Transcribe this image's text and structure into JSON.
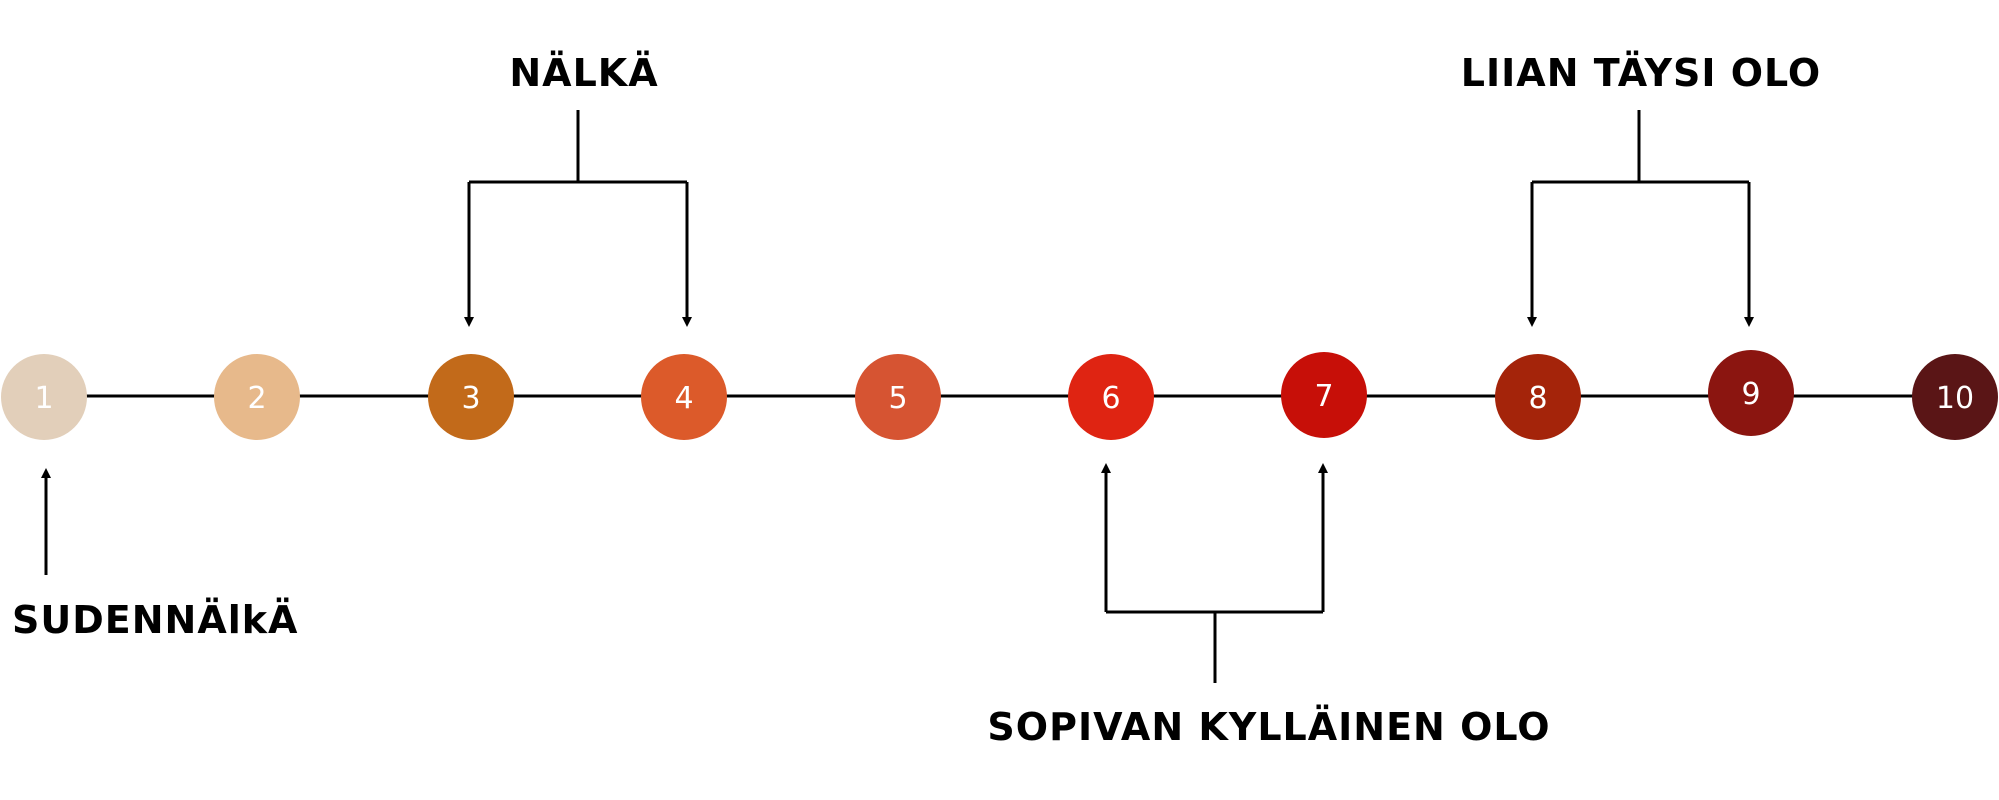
{
  "scale": {
    "nodes": [
      {
        "label": "1",
        "color": "#e2cfba"
      },
      {
        "label": "2",
        "color": "#e7b98b"
      },
      {
        "label": "3",
        "color": "#c26a1a"
      },
      {
        "label": "4",
        "color": "#dc5a2a"
      },
      {
        "label": "5",
        "color": "#d65432"
      },
      {
        "label": "6",
        "color": "#df2412"
      },
      {
        "label": "7",
        "color": "#c70f08"
      },
      {
        "label": "8",
        "color": "#a4240a"
      },
      {
        "label": "9",
        "color": "#8b1510"
      },
      {
        "label": "10",
        "color": "#5a1516"
      }
    ]
  },
  "groups": {
    "sudennalka": {
      "label": "SUDENNÄlkÄ",
      "targets": [
        "1"
      ]
    },
    "nalka": {
      "label": "NÄLKÄ",
      "targets": [
        "3",
        "4"
      ]
    },
    "sopivan": {
      "label": "SOPIVAN KYLLÄINEN OLO",
      "targets": [
        "6",
        "7"
      ]
    },
    "liian": {
      "label": "LIIAN TÄYSI OLO",
      "targets": [
        "8",
        "9"
      ]
    }
  }
}
